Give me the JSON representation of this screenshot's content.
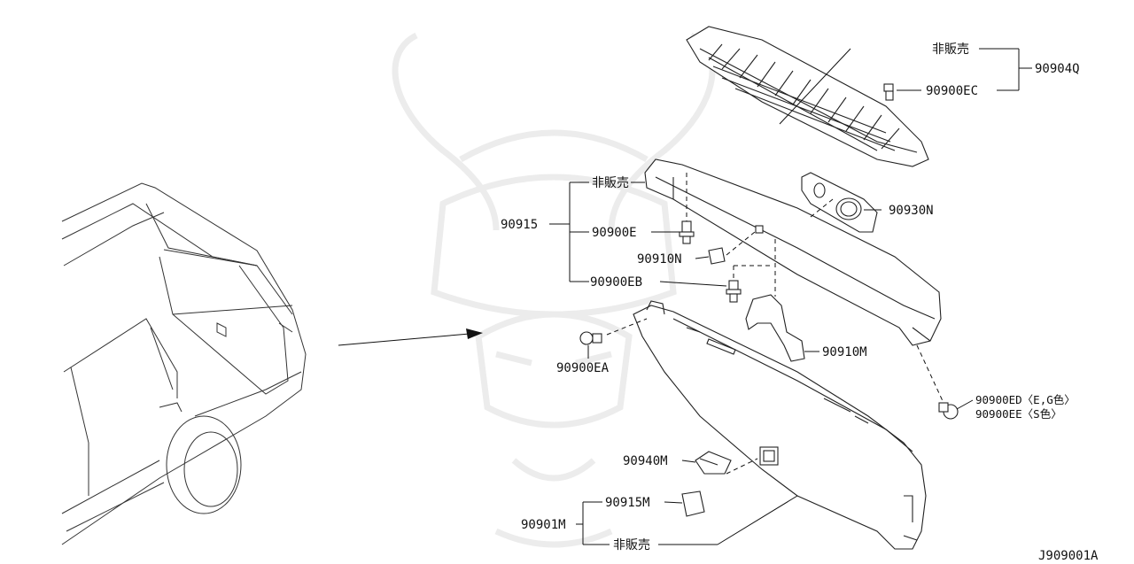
{
  "diagram": {
    "code": "J909001A",
    "parts": {
      "p90904q": "90904Q",
      "p90900ec": "90900EC",
      "p90915": "90915",
      "p90900e": "90900E",
      "p90910n": "90910N",
      "p90900eb": "90900EB",
      "p90900ea": "90900EA",
      "p90930n": "90930N",
      "p90910m": "90910M",
      "p90900ed": "90900ED〈E,G色〉",
      "p90900ee": "90900EE〈S色〉",
      "p90940m": "90940M",
      "p90915m": "90915M",
      "p90901m": "90901M"
    },
    "not_for_sale": {
      "top": "非販売",
      "mid": "非販売",
      "bottom": "非販売"
    }
  },
  "colors": {
    "line": "#111111",
    "watermark": "#ececec"
  }
}
